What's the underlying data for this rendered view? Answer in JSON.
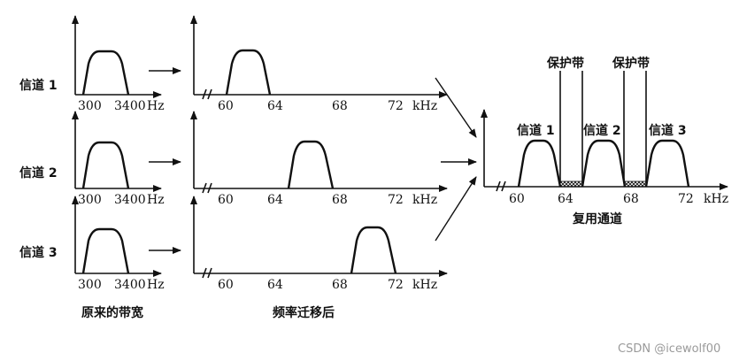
{
  "rows": [
    {
      "channel_label": "信道 1",
      "orig_ticks": {
        "left": "300",
        "right": "3400",
        "unit": "Hz"
      },
      "shift_ticks": [
        "60",
        "64",
        "68",
        "72"
      ],
      "shift_unit": "kHz"
    },
    {
      "channel_label": "信道 2",
      "orig_ticks": {
        "left": "300",
        "right": "3400",
        "unit": "Hz"
      },
      "shift_ticks": [
        "60",
        "64",
        "68",
        "72"
      ],
      "shift_unit": "kHz"
    },
    {
      "channel_label": "信道 3",
      "orig_ticks": {
        "left": "300",
        "right": "3400",
        "unit": "Hz"
      },
      "shift_ticks": [
        "60",
        "64",
        "68",
        "72"
      ],
      "shift_unit": "kHz"
    }
  ],
  "captions": {
    "original": "原来的带宽",
    "shifted": "频率迁移后"
  },
  "multiplex": {
    "guard_band_label": "保护带",
    "channel_labels": [
      "信道 1",
      "信道 2",
      "信道 3"
    ],
    "ticks": [
      "60",
      "64",
      "68",
      "72"
    ],
    "unit": "kHz",
    "caption": "复用通道"
  },
  "watermark": "CSDN @icewolf00"
}
